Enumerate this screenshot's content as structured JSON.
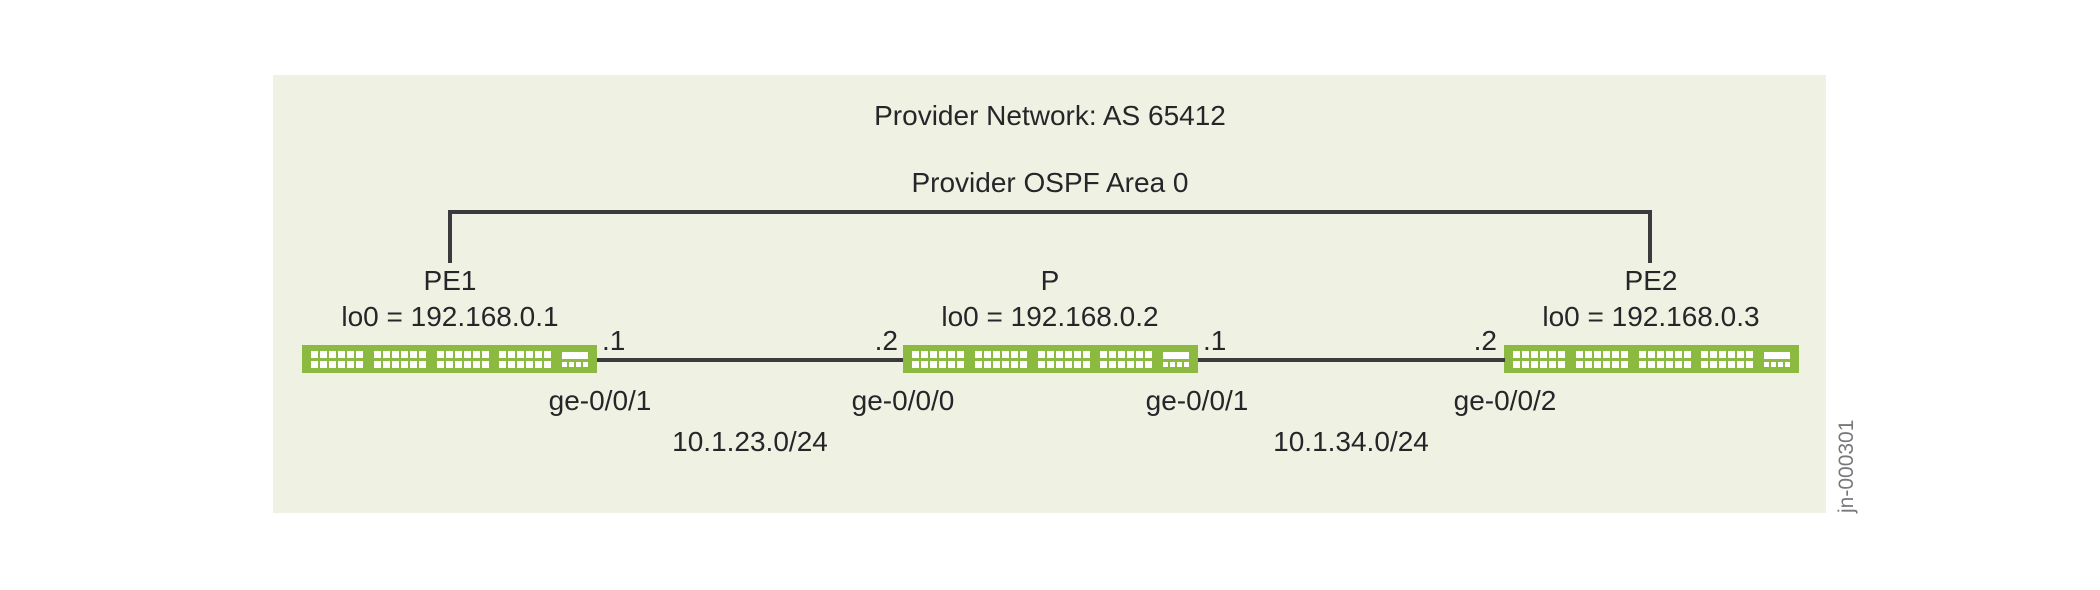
{
  "diagram": {
    "title": "Provider Network: AS 65412",
    "subtitle": "Provider OSPF Area 0",
    "figure_id": "jn-000301",
    "colors": {
      "panel_bg": "#EFF2E2",
      "router_green": "#8CBA41",
      "line": "#3B3B3D",
      "text": "#26262A",
      "figure_id_gray": "#77787B"
    }
  },
  "routers": [
    {
      "name": "PE1",
      "loopback": "lo0 = 192.168.0.1"
    },
    {
      "name": "P",
      "loopback": "lo0 = 192.168.0.2"
    },
    {
      "name": "PE2",
      "loopback": "lo0 = 192.168.0.3"
    }
  ],
  "links": [
    {
      "subnet": "10.1.23.0/24",
      "left": {
        "router": "PE1",
        "interface": "ge-0/0/1",
        "host": ".1"
      },
      "right": {
        "router": "P",
        "interface": "ge-0/0/0",
        "host": ".2"
      }
    },
    {
      "subnet": "10.1.34.0/24",
      "left": {
        "router": "P",
        "interface": "ge-0/0/1",
        "host": ".1"
      },
      "right": {
        "router": "PE2",
        "interface": "ge-0/0/2",
        "host": ".2"
      }
    }
  ]
}
